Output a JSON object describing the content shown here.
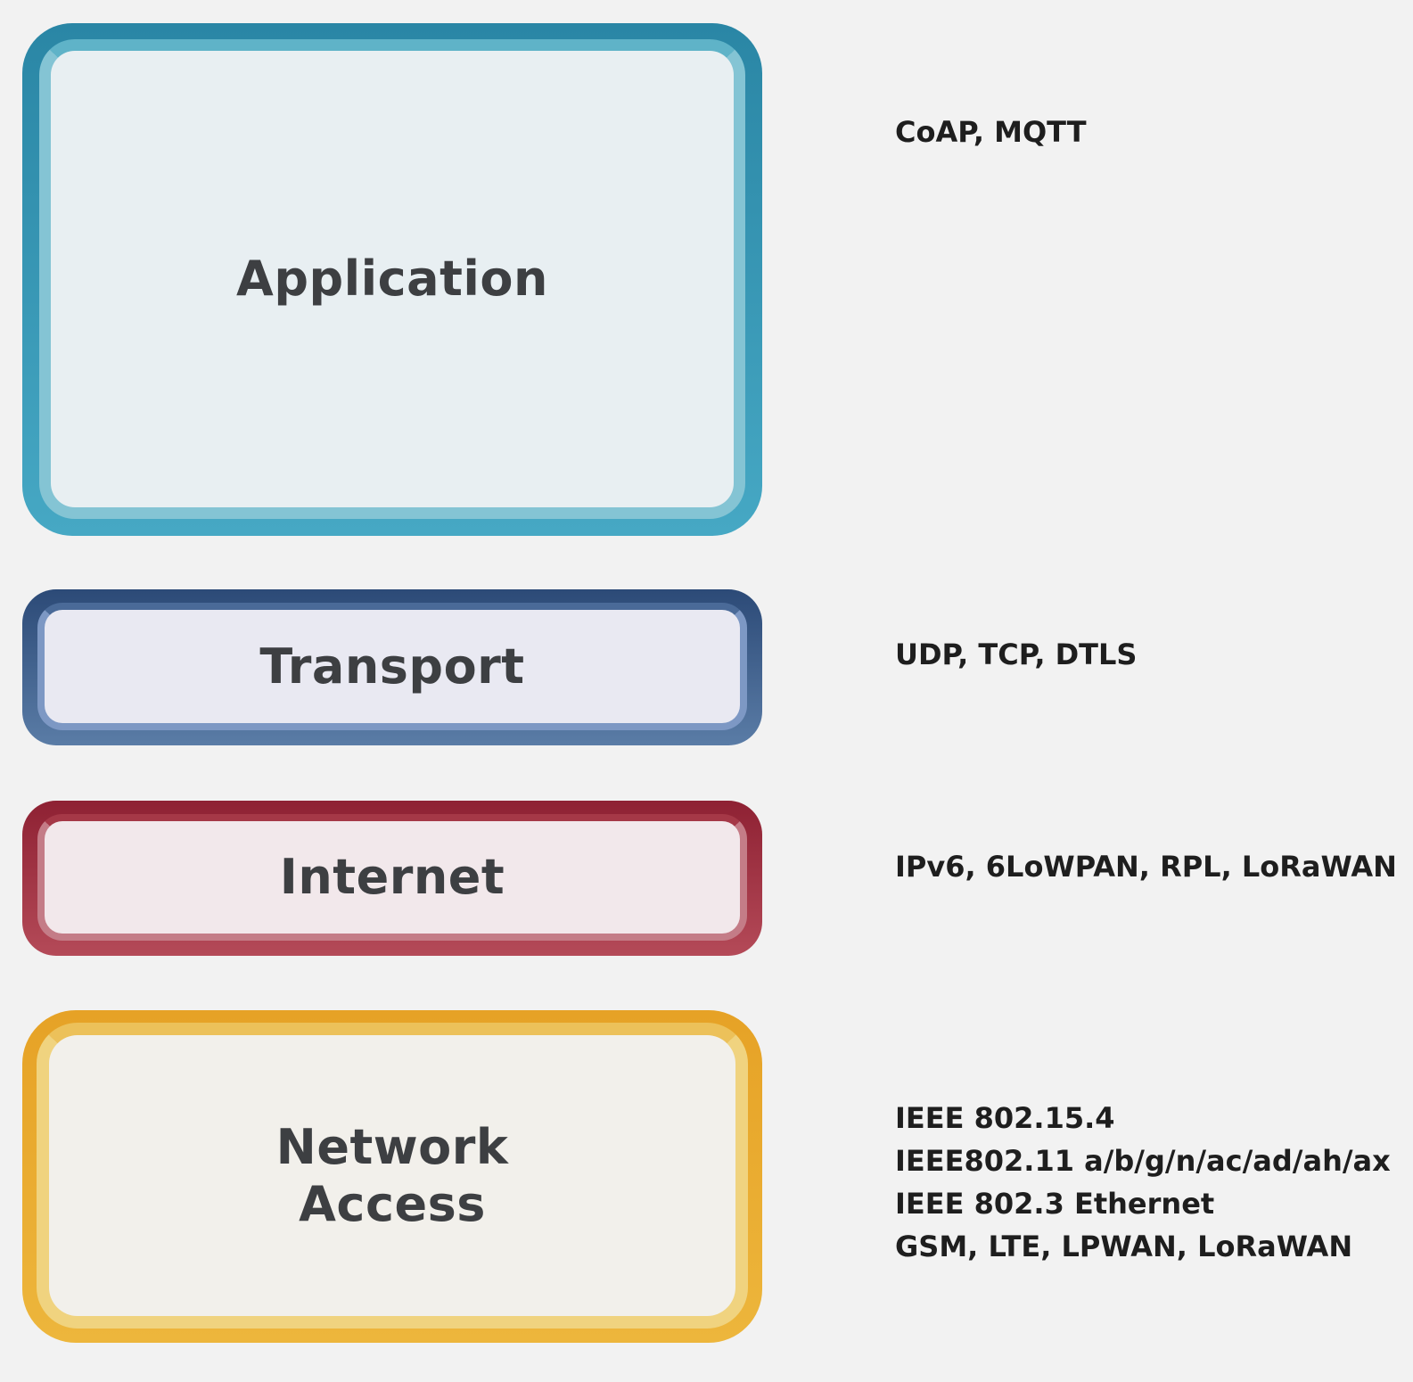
{
  "layers": [
    {
      "name": "Application",
      "protocols": [
        "CoAP, MQTT"
      ]
    },
    {
      "name": "Transport",
      "protocols": [
        "UDP, TCP, DTLS"
      ]
    },
    {
      "name": "Internet",
      "protocols": [
        "IPv6, 6LoWPAN, RPL, LoRaWAN"
      ]
    },
    {
      "name_lines": [
        "Network",
        "Access"
      ],
      "protocols": [
        "IEEE 802.15.4",
        "IEEE802.11 a/b/g/n/ac/ad/ah/ax",
        "IEEE 802.3 Ethernet",
        "GSM, LTE, LPWAN, LoRaWAN"
      ]
    }
  ],
  "colors": {
    "application": "#2a86a5",
    "transport": "#2c4a77",
    "internet": "#8e2133",
    "network_access": "#e6a226",
    "background": "#f2f2f2"
  }
}
